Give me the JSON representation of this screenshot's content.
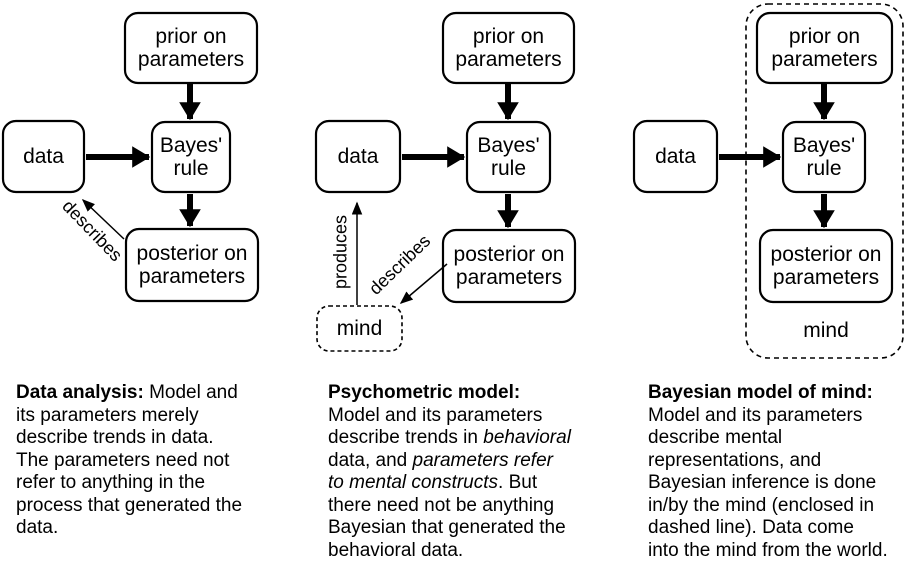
{
  "panels": [
    {
      "title": "Data analysis",
      "boxes": {
        "prior": "prior on\nparameters",
        "data": "data",
        "bayes": "Bayes'\nrule",
        "posterior": "posterior on\nparameters"
      },
      "labels": {
        "describes": "describes"
      },
      "caption": [
        [
          {
            "t": "Data analysis:",
            "b": true
          },
          {
            "t": " Model and"
          }
        ],
        [
          {
            "t": "its parameters merely"
          }
        ],
        [
          {
            "t": "describe trends in data."
          }
        ],
        [
          {
            "t": "The parameters need not"
          }
        ],
        [
          {
            "t": "refer to anything in the"
          }
        ],
        [
          {
            "t": "process that generated the"
          }
        ],
        [
          {
            "t": "data."
          }
        ]
      ]
    },
    {
      "title": "Psychometric model",
      "boxes": {
        "prior": "prior on\nparameters",
        "data": "data",
        "bayes": "Bayes'\nrule",
        "posterior": "posterior on\nparameters",
        "mind": "mind"
      },
      "labels": {
        "describes": "describes",
        "produces": "produces"
      },
      "caption": [
        [
          {
            "t": "Psychometric model:",
            "b": true
          }
        ],
        [
          {
            "t": "Model and its parameters"
          }
        ],
        [
          {
            "t": "describe trends in "
          },
          {
            "t": "behavioral",
            "i": true
          }
        ],
        [
          {
            "t": "data, and "
          },
          {
            "t": "parameters refer",
            "i": true
          }
        ],
        [
          {
            "t": "to mental constructs",
            "i": true
          },
          {
            "t": ". But"
          }
        ],
        [
          {
            "t": "there need not be anything"
          }
        ],
        [
          {
            "t": "Bayesian that generated the"
          }
        ],
        [
          {
            "t": "behavioral data."
          }
        ]
      ]
    },
    {
      "title": "Bayesian model of mind",
      "boxes": {
        "prior": "prior on\nparameters",
        "data": "data",
        "bayes": "Bayes'\nrule",
        "posterior": "posterior on\nparameters",
        "mind": "mind"
      },
      "labels": {},
      "caption": [
        [
          {
            "t": "Bayesian model of mind:",
            "b": true
          }
        ],
        [
          {
            "t": "Model and its parameters"
          }
        ],
        [
          {
            "t": "describe mental"
          }
        ],
        [
          {
            "t": "representations, and"
          }
        ],
        [
          {
            "t": "Bayesian inference is done"
          }
        ],
        [
          {
            "t": "in/by the mind (enclosed in"
          }
        ],
        [
          {
            "t": "dashed line). Data come"
          }
        ],
        [
          {
            "t": "into the mind from the world."
          }
        ]
      ]
    }
  ],
  "colors": {
    "ink": "#000000",
    "background": "#ffffff"
  }
}
